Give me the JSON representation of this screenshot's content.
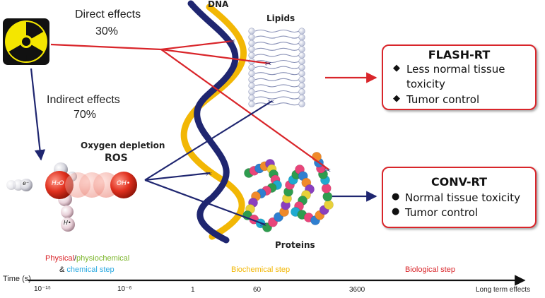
{
  "effects": {
    "direct_label": "Direct effects",
    "direct_pct": "30%",
    "indirect_label": "Indirect effects",
    "indirect_pct": "70%"
  },
  "labels": {
    "dna": "DNA",
    "lipids": "Lipids",
    "oxygen_depletion": "Oxygen depletion",
    "ros": "ROS",
    "proteins": "Proteins",
    "water": "H₂O",
    "hydroxyl": "OH•",
    "electron": "e⁻",
    "hydrogen": "H•"
  },
  "flash_box": {
    "title": "FLASH-RT",
    "item1_line1": "Less normal tissue",
    "item1_line2": "toxicity",
    "item2": "Tumor control",
    "bullet": "◆"
  },
  "conv_box": {
    "title": "CONV-RT",
    "item1": "Normal tissue toxicity",
    "item2": "Tumor control",
    "bullet": "●"
  },
  "steps": {
    "physical": "Physical",
    "slash": "/",
    "physiochemical": "physiochemical",
    "amp": "& ",
    "chemical": "chemical step",
    "biochemical": "Biochemical step",
    "biological": "Biological step"
  },
  "timeline": {
    "axis_label": "Time (s)",
    "ticks": [
      "10⁻¹⁵",
      "10⁻⁶",
      "1",
      "60",
      "3600",
      "Long term effects"
    ]
  },
  "colors": {
    "red": "#d9252a",
    "navy": "#1f2670",
    "gold": "#f2b705",
    "green": "#7bb52a",
    "blue": "#2aa9e0"
  }
}
